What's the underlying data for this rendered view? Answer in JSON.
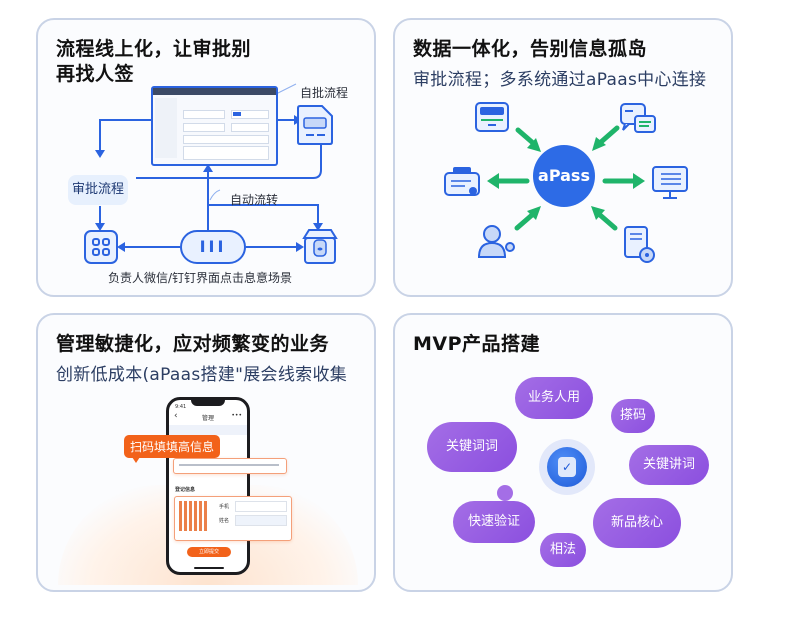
{
  "cards": [
    {
      "title_line1": "流程线上化，让审批别",
      "title_line2": "再找人签",
      "labels": {
        "approval_flow_top": "自批流程",
        "approval_node": "审批流程",
        "auto_transfer": "自动流转",
        "caption": "负责人微信/钉钉界面点击息意场景",
        "oval_glyph": "III"
      }
    },
    {
      "title": "数据一体化，告别信息孤岛",
      "subtitle": "审批流程；多系统通过aPaas中心连接",
      "hub_label": "aPass",
      "arrow_color": "#1fb46a",
      "hub_color": "#2d6be6"
    },
    {
      "title": "管理敏捷化，应对频繁变的业务",
      "subtitle": "创新低成本(aPaas搭建\"展会线索收集",
      "phone": {
        "time": "9:41",
        "header": "管理",
        "more": "•••",
        "back": "‹",
        "tag": "扫码填填高信息",
        "section": "登记信息",
        "field1": "手机",
        "field2": "姓名",
        "submit": "立即提交"
      },
      "accent_color": "#f2621a"
    },
    {
      "title": "MVP产品搭建",
      "bubbles": [
        "业务人用",
        "搽码",
        "关键词词",
        "关键讲词",
        "快速验证",
        "新品核心",
        "相法"
      ],
      "bubble_color": "#9a5fe3",
      "core_color": "#2d6be6"
    }
  ]
}
